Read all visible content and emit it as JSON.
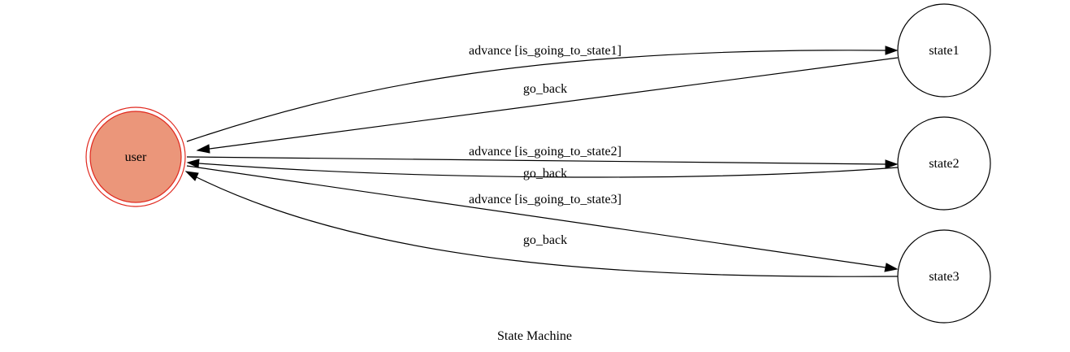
{
  "diagram": {
    "caption": "State Machine",
    "colors": {
      "initial_fill": "#eb967a",
      "initial_stroke": "#e0281e",
      "edge": "#000000"
    },
    "nodes": {
      "user": {
        "label": "user"
      },
      "state1": {
        "label": "state1"
      },
      "state2": {
        "label": "state2"
      },
      "state3": {
        "label": "state3"
      }
    },
    "edges": [
      {
        "from": "user",
        "to": "state1",
        "label": "advance [is_going_to_state1]"
      },
      {
        "from": "state1",
        "to": "user",
        "label": "go_back"
      },
      {
        "from": "user",
        "to": "state2",
        "label": "advance [is_going_to_state2]"
      },
      {
        "from": "state2",
        "to": "user",
        "label": "go_back"
      },
      {
        "from": "user",
        "to": "state3",
        "label": "advance [is_going_to_state3]"
      },
      {
        "from": "state3",
        "to": "user",
        "label": "go_back"
      }
    ]
  }
}
